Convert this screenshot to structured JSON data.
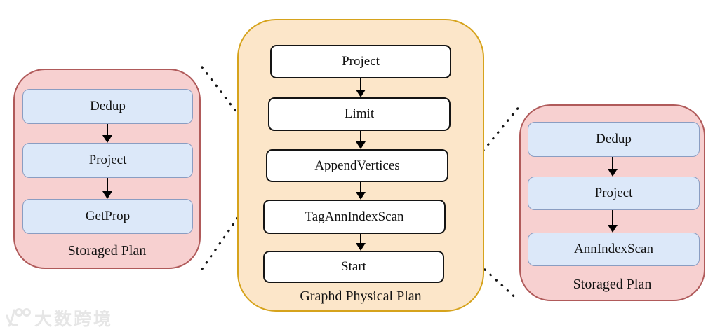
{
  "diagram": {
    "left_plan": {
      "label": "Storaged Plan",
      "boxes": [
        "Dedup",
        "Project",
        "GetProp"
      ]
    },
    "center_plan": {
      "label": "Graphd Physical Plan",
      "boxes": [
        "Project",
        "Limit",
        "AppendVertices",
        "TagAnnIndexScan",
        "Start"
      ]
    },
    "right_plan": {
      "label": "Storaged Plan",
      "boxes": [
        "Dedup",
        "Project",
        "AnnIndexScan"
      ]
    },
    "watermark": "大数跨境",
    "colors": {
      "storaged_container_fill": "#f7d0d0",
      "storaged_container_border": "#b05a5a",
      "node_blue_fill": "#dce8f9",
      "node_blue_border": "#8a9dc2",
      "graphd_container_fill": "#fce6c9",
      "graphd_container_border": "#d6a31c",
      "node_white_fill": "#ffffff",
      "node_white_border": "#141414",
      "arrow_color": "#000000",
      "dotted_line_color": "#161616",
      "watermark_color": "#e6e6e6"
    }
  }
}
